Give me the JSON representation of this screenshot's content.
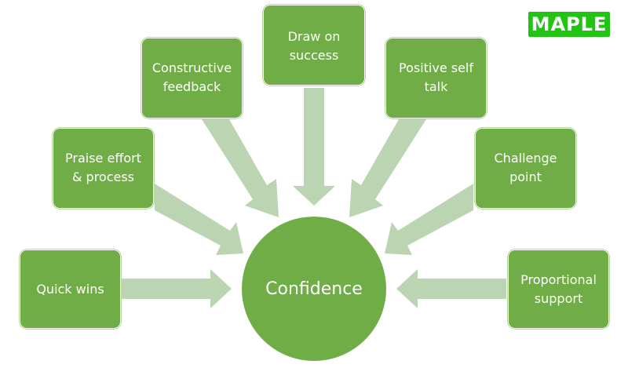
{
  "logo": {
    "text": "MAPLE",
    "color": "#22c414"
  },
  "center": {
    "label": "Confidence"
  },
  "factors": [
    {
      "id": "quick-wins",
      "label": "Quick wins"
    },
    {
      "id": "praise-effort",
      "label": "Praise effort\n& process"
    },
    {
      "id": "constructive-feedback",
      "label": "Constructive\nfeedback"
    },
    {
      "id": "draw-on-success",
      "label": "Draw on\nsuccess"
    },
    {
      "id": "positive-self-talk",
      "label": "Positive self\ntalk"
    },
    {
      "id": "challenge-point",
      "label": "Challenge\npoint"
    },
    {
      "id": "proportional-support",
      "label": "Proportional\nsupport"
    }
  ],
  "colors": {
    "box": "#70ad47",
    "arrow": "#bbd5b3",
    "text": "#ffffff"
  }
}
